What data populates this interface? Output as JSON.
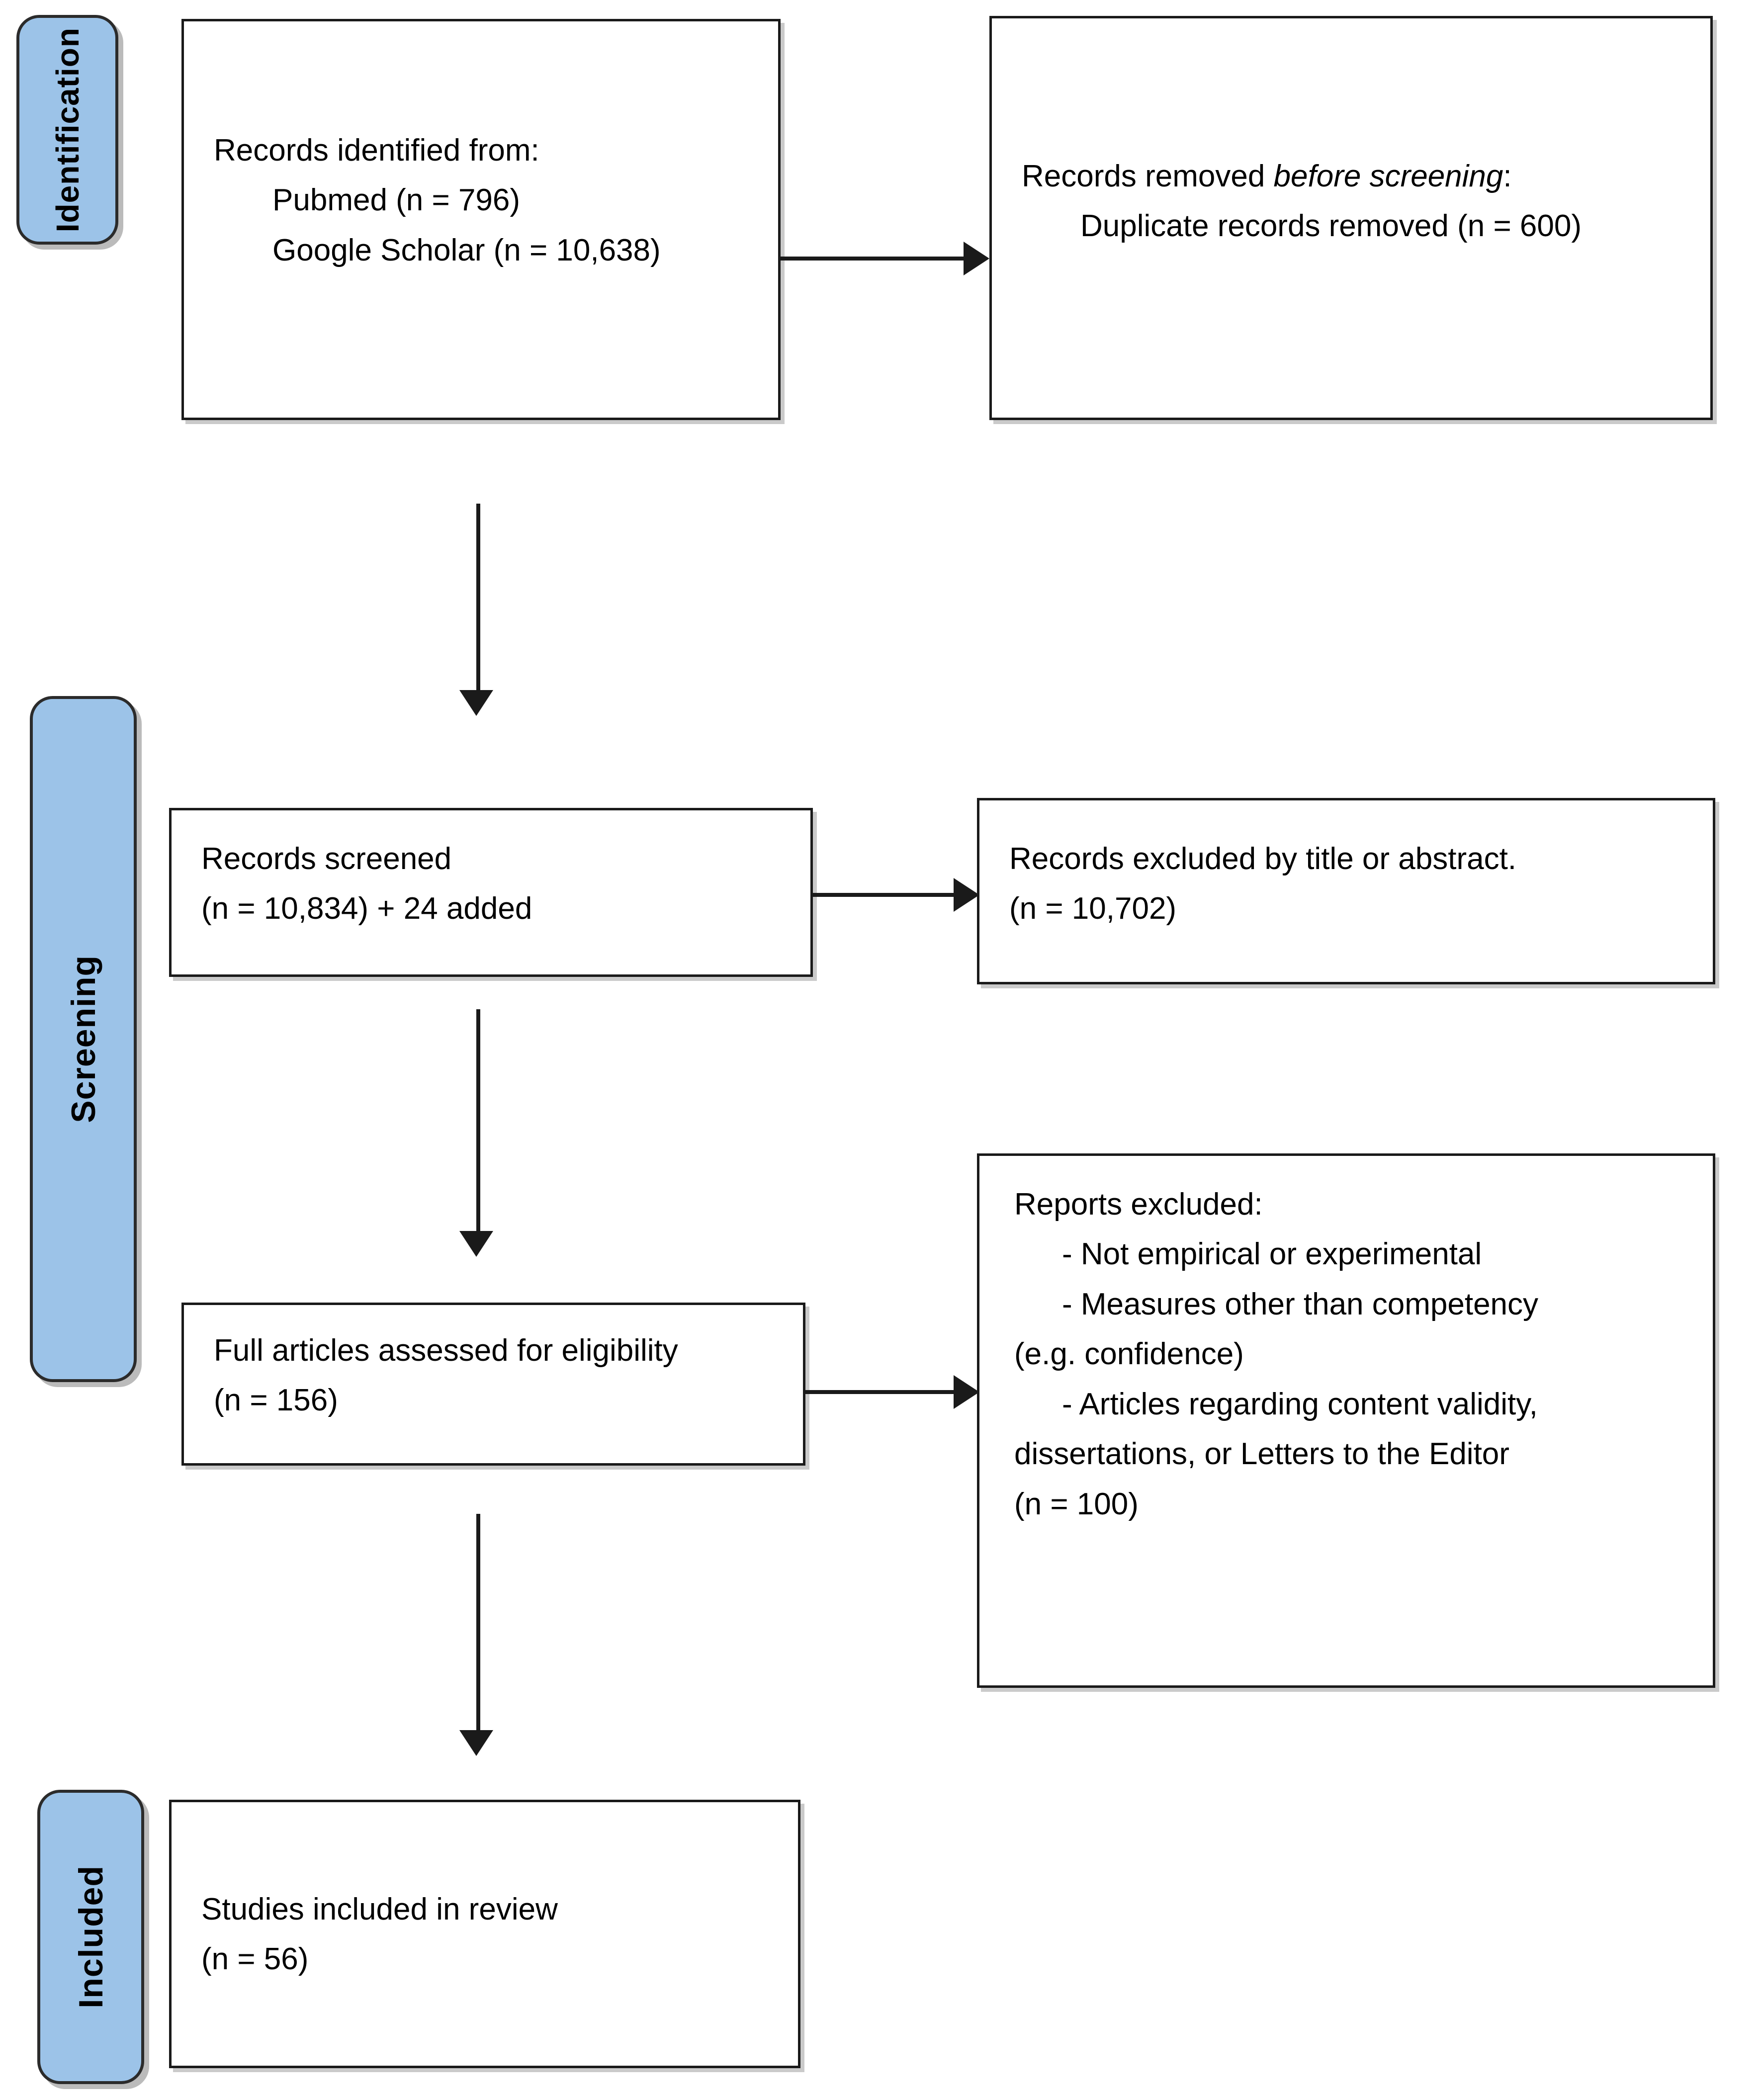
{
  "diagram": {
    "type": "prisma-flow-diagram",
    "accent_color": "#9CC3E8",
    "line_color": "#1A1A1A",
    "stages": [
      {
        "id": "identification",
        "label": "Identification"
      },
      {
        "id": "screening",
        "label": "Screening"
      },
      {
        "id": "included",
        "label": "Included"
      }
    ],
    "boxes": {
      "records_identified": {
        "heading": "Records identified from:",
        "sources": [
          "Pubmed (n = 796)",
          "Google Scholar (n = 10,638)"
        ]
      },
      "records_removed": {
        "heading_lead": "Records removed ",
        "heading_italic": "before screening",
        "heading_tail": ":",
        "items": [
          "Duplicate records removed (n = 600)"
        ]
      },
      "records_screened": {
        "line1": "Records screened",
        "line2": "(n = 10,834) + 24 added"
      },
      "records_excluded": {
        "line1": "Records excluded by title or abstract.",
        "line2": "(n = 10,702)"
      },
      "full_articles_assessed": {
        "line1": "Full articles assessed for eligibility",
        "line2": "(n = 156)"
      },
      "reports_excluded": {
        "heading": "Reports excluded:",
        "reasons": [
          "- Not empirical or experimental",
          "-  Measures  other  than  competency",
          "(e.g. confidence)",
          "-  Articles  regarding  content  validity,",
          "dissertations, or Letters to the Editor"
        ],
        "count": "(n = 100)"
      },
      "studies_included": {
        "line1": "Studies included in review",
        "line2": "(n = 56)"
      }
    }
  }
}
